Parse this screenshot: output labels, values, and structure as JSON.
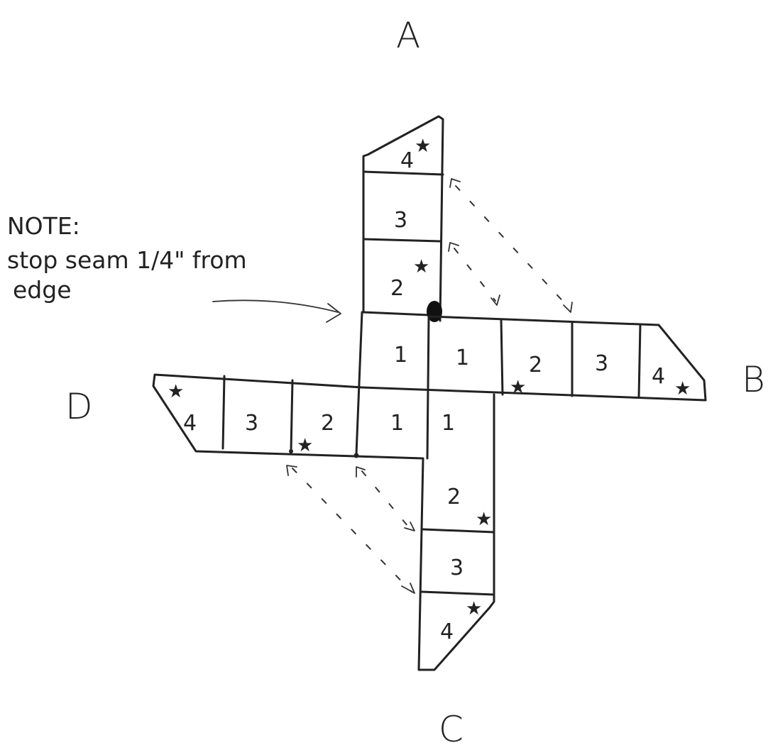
{
  "labels": {
    "a": "A",
    "b": "B",
    "c": "C",
    "d": "D"
  },
  "note": {
    "line1": "NOTE:",
    "line2": "stop seam 1/4\" from",
    "line3": "edge"
  },
  "squares": {
    "one": "1",
    "two": "2",
    "three": "3",
    "four": "4"
  },
  "star_glyph": "★"
}
